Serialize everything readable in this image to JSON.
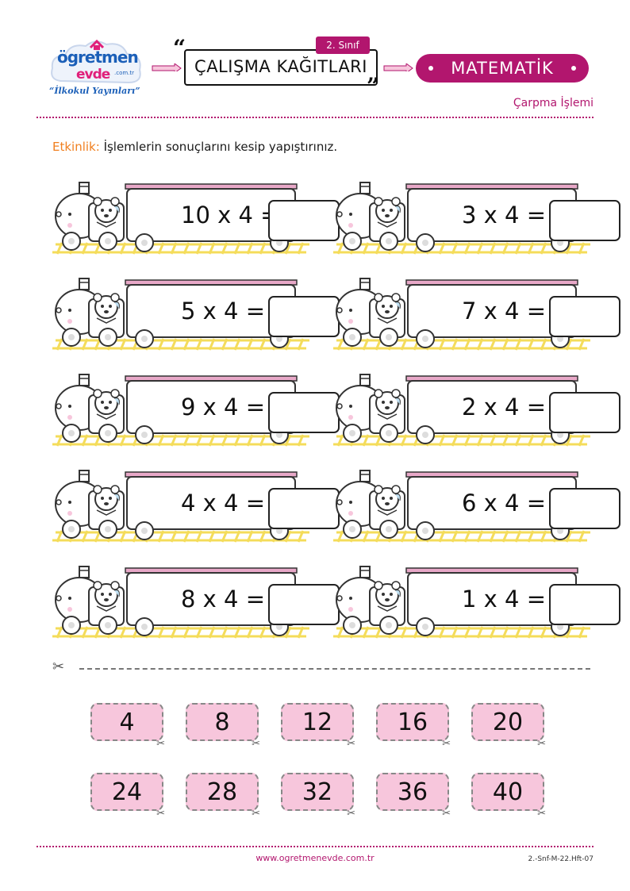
{
  "header": {
    "logo_word": "ögretmen",
    "logo_evde": "evde",
    "logo_com": ".com.tr",
    "logo_slogan": "“İlkokul Yayınları”",
    "grade": "2. Sınıf",
    "title": "ÇALIŞMA KAĞITLARI",
    "subject": "MATEMATİK",
    "topic": "Çarpma İşlemi"
  },
  "instruction": {
    "label": "Etkinlik:",
    "text": " İşlemlerin sonuçlarını kesip yapıştırınız."
  },
  "problems": [
    "10 x 4 =",
    "3 x 4 =",
    "5 x 4 =",
    "7 x 4 =",
    "9 x 4 =",
    "2 x 4 =",
    "4 x 4 =",
    "6 x 4 =",
    "8 x 4 =",
    "1 x 4 ="
  ],
  "answers": [
    "4",
    "8",
    "12",
    "16",
    "20",
    "24",
    "28",
    "32",
    "36",
    "40"
  ],
  "footer": {
    "url": "www.ogretmenevde.com.tr",
    "code": "2.-Snf-M-22.Hft-07"
  },
  "colors": {
    "brand_magenta": "#b2166e",
    "accent_orange": "#f07f1f",
    "card_pink": "#f7c6dc",
    "rail_yellow": "#f4dc5a",
    "roof_pink": "#e8a8c8"
  }
}
